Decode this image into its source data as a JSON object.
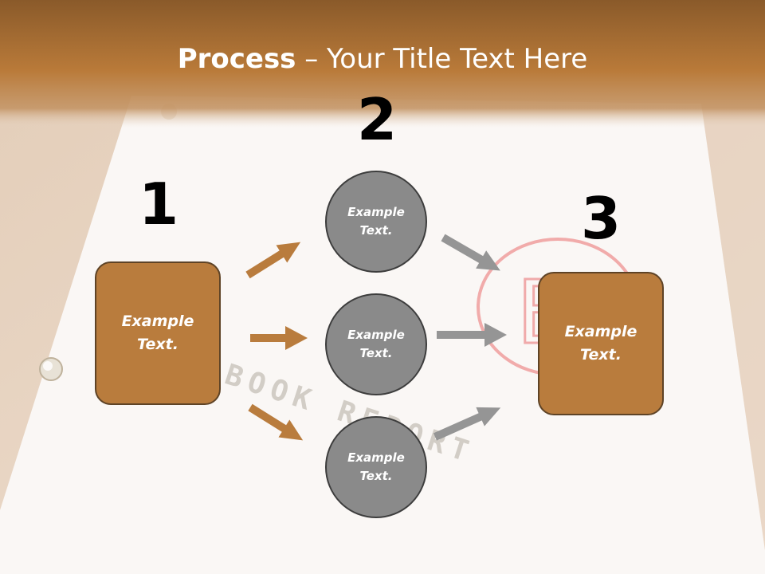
{
  "title": {
    "bold": "Process",
    "rest": " – Your Title Text Here"
  },
  "steps": [
    {
      "number": "1",
      "text": "Example Text."
    },
    {
      "number": "2",
      "circles": [
        {
          "text": "Example Text."
        },
        {
          "text": "Example Text."
        },
        {
          "text": "Example Text."
        }
      ]
    },
    {
      "number": "3",
      "text": "Example Text."
    }
  ],
  "background": {
    "stamp_text": "BOOK REPORT",
    "grade": "B"
  },
  "colors": {
    "header": "#b97a39",
    "box_fill": "#b97c3d",
    "box_border": "#5e4326",
    "circle_fill": "#8a8a8a",
    "circle_border": "#3d3d3d",
    "arrow_left": "#b97c3d",
    "arrow_right": "#959595",
    "number_text": "#000000"
  }
}
